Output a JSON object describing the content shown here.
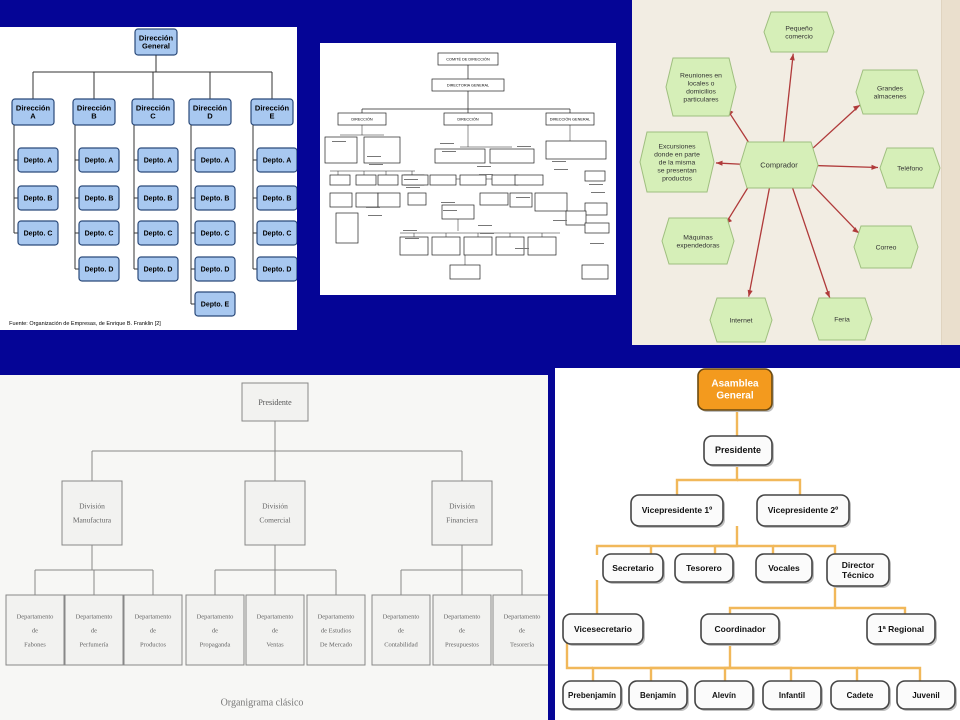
{
  "colors": {
    "background": "#050596",
    "blue_box": "#a8c8f0",
    "orange": "#f39a1e",
    "line_orange": "#f1b85a",
    "star_line": "#b03a3a",
    "star_box": "#d6efb8"
  },
  "org_a": {
    "top": [
      "Dirección",
      "General"
    ],
    "directions": [
      {
        "l1": "Dirección",
        "l2": "A",
        "depts": [
          "Depto. A",
          "Depto. B",
          "Depto. C"
        ]
      },
      {
        "l1": "Dirección",
        "l2": "B",
        "depts": [
          "Depto. A",
          "Depto. B",
          "Depto. C",
          "Depto. D"
        ]
      },
      {
        "l1": "Dirección",
        "l2": "C",
        "depts": [
          "Depto. A",
          "Depto. B",
          "Depto. C",
          "Depto. D"
        ]
      },
      {
        "l1": "Dirección",
        "l2": "D",
        "depts": [
          "Depto. A",
          "Depto. B",
          "Depto. C",
          "Depto. D",
          "Depto. E"
        ]
      },
      {
        "l1": "Dirección",
        "l2": "E",
        "depts": [
          "Depto. A",
          "Depto. B",
          "Depto. C",
          "Depto. D"
        ]
      }
    ],
    "source": "Fuente: Organización de Empresas, de Enrique B. Franklin [2]"
  },
  "org_b": {
    "comite": "COMITÉ DE DIRECCIÓN",
    "directoria": "DIRECTORIA GENERAL",
    "level2": [
      "DIRECCIÓN",
      "DIRECCIÓN",
      "DIRECCIÓN GENERAL"
    ]
  },
  "star": {
    "center": "Comprador",
    "nodes": [
      {
        "lines": [
          "Pequeño",
          "comercio"
        ]
      },
      {
        "lines": [
          "Grandes",
          "almacenes"
        ]
      },
      {
        "lines": [
          "Teléfono"
        ]
      },
      {
        "lines": [
          "Correo"
        ]
      },
      {
        "lines": [
          "Feria"
        ]
      },
      {
        "lines": [
          "Internet"
        ]
      },
      {
        "lines": [
          "Máquinas",
          "expendedoras"
        ]
      },
      {
        "lines": [
          "Excursiones",
          "donde en parte",
          "de la misma",
          "se presentan",
          "productos"
        ]
      },
      {
        "lines": [
          "Reuniones en",
          "locales o",
          "domicilios",
          "particulares"
        ]
      }
    ]
  },
  "classic": {
    "top": [
      "Presidente"
    ],
    "divisions": [
      {
        "lines": [
          "División",
          "Manufactura"
        ],
        "depts": [
          [
            "Departamento",
            "de",
            "Fabones"
          ],
          [
            "Departamento",
            "de",
            "Perfumería"
          ],
          [
            "Departamento",
            "de",
            "Productos"
          ]
        ]
      },
      {
        "lines": [
          "División",
          "Comercial"
        ],
        "depts": [
          [
            "Departamento",
            "de",
            "Propaganda"
          ],
          [
            "Departamento",
            "de",
            "Ventas"
          ],
          [
            "Departamento",
            "de Estudios",
            "De Mercado"
          ]
        ]
      },
      {
        "lines": [
          "División",
          "Financiera"
        ],
        "depts": [
          [
            "Departamento",
            "de",
            "Contabilidad"
          ],
          [
            "Departamento",
            "de",
            "Presupuestos"
          ],
          [
            "Departamento",
            "de",
            "Tesorería"
          ]
        ]
      }
    ],
    "caption": "Organigrama clásico"
  },
  "club": {
    "asamblea": [
      "Asamblea",
      "General"
    ],
    "presidente": "Presidente",
    "vice": [
      "Vicepresidente 1º",
      "Vicepresidente 2º"
    ],
    "row3": [
      "Secretario",
      "Tesorero",
      "Vocales"
    ],
    "director": [
      "Director",
      "Técnico"
    ],
    "vicesecretario": "Vicesecretario",
    "coordinador": "Coordinador",
    "regional": "1ª Regional",
    "bottom": [
      "Prebenjamín",
      "Benjamín",
      "Alevín",
      "Infantil",
      "Cadete",
      "Juvenil"
    ]
  }
}
